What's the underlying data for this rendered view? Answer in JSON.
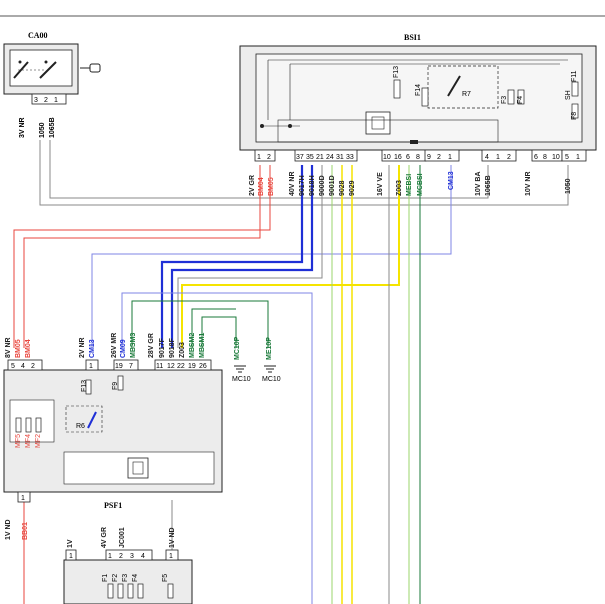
{
  "colors": {
    "red": "#e8453c",
    "blue": "#1f2fd6",
    "green": "#1a7a3a",
    "yellow": "#f5e400",
    "lightgreen": "#9bd46b",
    "gray": "#8a8a8a",
    "lightblue": "#7f86e6",
    "module_fill": "#ececec",
    "inner_fill": "#f6f6f6"
  },
  "modules": {
    "ca00": {
      "title": "CA00"
    },
    "bsi1": {
      "title": "BSI1"
    },
    "psf1": {
      "title": "PSF1"
    }
  },
  "ca00": {
    "pins": [
      "3",
      "2",
      "1"
    ],
    "labels": {
      "w1": "3V NR",
      "w2": "1050",
      "w3": "1065B"
    }
  },
  "bsi1": {
    "pins": [
      "1",
      "2",
      "37",
      "35",
      "21",
      "24",
      "31",
      "33",
      "10",
      "16",
      "6",
      "8",
      "9",
      "2",
      "1",
      "4",
      "1",
      "2",
      "6",
      "8",
      "10",
      "5",
      "1"
    ],
    "fuses": {
      "f13": "F13",
      "f14": "F14",
      "r7": "R7",
      "f3": "F3",
      "f4": "F4",
      "f8": "F8",
      "f11": "F11",
      "sh": "SH"
    },
    "wires": {
      "c1": "2V GR",
      "bm04": "BM04",
      "bm05": "BM05",
      "c2": "40V NR",
      "w9017h": "9017H",
      "w9018h": "9018H",
      "w9000d": "9000D",
      "w9001d": "9001D",
      "w9028": "9028",
      "w9029": "9029",
      "c3": "16V VE",
      "z003": "Z003",
      "mebsi": "MEBSI",
      "mcbsi": "MCBSI",
      "cm13": "CM13",
      "c4": "10V BA",
      "w1065b": "1065B",
      "c5": "10V NR",
      "w1050": "1050"
    }
  },
  "psf1": {
    "labels": {
      "c1": "8V NR",
      "bm05": "BM05",
      "bm04": "BM04",
      "c2": "2V NR",
      "cm13": "CM13",
      "c3": "26V MR",
      "cm09": "CM09",
      "mbsm3": "MBSM3",
      "c4": "28V GR",
      "w9017f": "9017F",
      "w9018f": "9018F",
      "z003": "Z003",
      "mbsm2": "MBSM2",
      "mbsm1": "MBSM1",
      "mc10p": "MC10P",
      "me10p": "ME10P",
      "mc10a": "MC10",
      "mc10b": "MC10"
    },
    "pins": [
      "5",
      "4",
      "2",
      "1",
      "19",
      "7",
      "11",
      "12",
      "22",
      "19",
      "26"
    ],
    "fuses": {
      "mf5": "MF5",
      "mf4": "MF4",
      "mf2": "MF2",
      "r6": "R6",
      "f13": "F13",
      "f9": "F9"
    },
    "bottom": {
      "pin": "1",
      "c1": "1V ND",
      "bb01": "BB01"
    }
  },
  "bottom_box": {
    "c1": "1V",
    "c2": "4V GR",
    "jc001": "JC001",
    "c3": "1V ND",
    "pins": [
      "1",
      "1",
      "2",
      "3",
      "4",
      "1"
    ],
    "fuses": [
      "F1",
      "F2",
      "F3",
      "F4",
      "F5"
    ]
  }
}
